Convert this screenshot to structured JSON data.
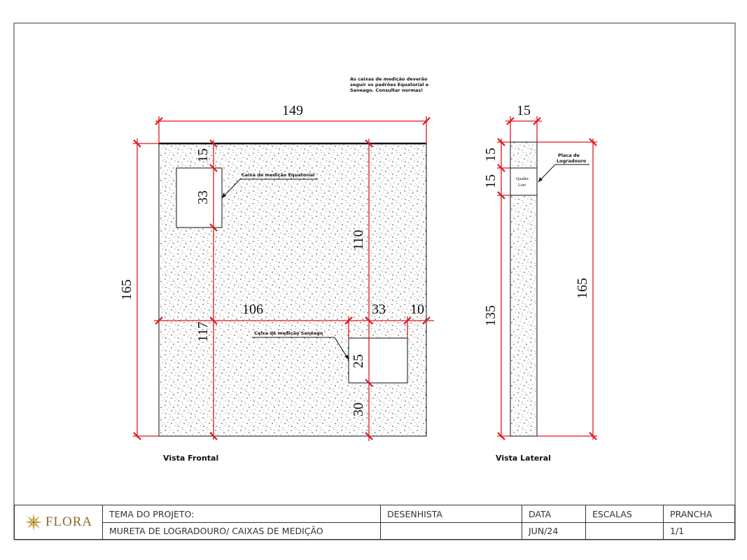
{
  "note": {
    "line1": "As caixas de medição deverão",
    "line2": "seguir os padrões Equatorial e",
    "line3": "Saneago. Consultar normas!"
  },
  "front_view": {
    "width_dim": "149",
    "height_dim": "165",
    "box_top_offset": "15",
    "box_equatorial_height": "33",
    "vertical_110": "110",
    "vertical_117": "117",
    "horizontal_106": "106",
    "horizontal_33": "33",
    "horizontal_10": "10",
    "box_saneago_height": "25",
    "bottom_30": "30",
    "label_equatorial": "Caixa de medição Equatorial",
    "label_saneago": "Caixa de medição Saneago",
    "caption": "Vista Frontal"
  },
  "side_view": {
    "width_dim": "15",
    "top_15a": "15",
    "top_15b": "15",
    "lower_135": "135",
    "height_165": "165",
    "plate_label_1": "Placa de",
    "plate_label_2": "Logradouro",
    "plate_text_1": "Quadra",
    "plate_text_2": "Lote",
    "caption": "Vista Lateral"
  },
  "title_block": {
    "logo_text": "FLORA",
    "theme_label": "TEMA DO PROJETO:",
    "theme_value": "MURETA DE LOGRADOURO/ CAIXAS DE MEDIÇÃO",
    "drafter_label": "DESENHISTA",
    "drafter_value": "",
    "date_label": "DATA",
    "date_value": "JUN/24",
    "scale_label": "ESCALAS",
    "scale_value": "",
    "sheet_label": "PRANCHA",
    "sheet_value": "1/1"
  },
  "colors": {
    "dimension": "#e0161c",
    "outline": "#111111",
    "logo": "#8a6a2a"
  },
  "icons": {
    "logo_mark": "flower-star-icon"
  }
}
